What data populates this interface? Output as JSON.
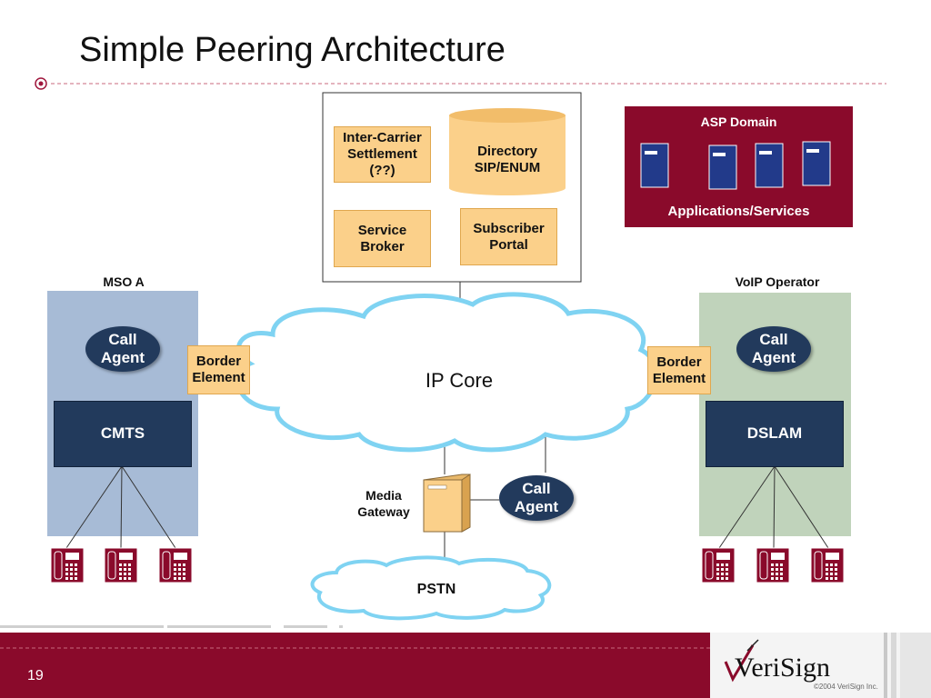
{
  "slide": {
    "title": "Simple Peering Architecture",
    "page_number": "19",
    "logo_text": "VeriSign",
    "copyright": "©2004 VeriSign Inc."
  },
  "colors": {
    "accent_red": "#8a0a2b",
    "navy": "#223a5c",
    "orange": "#fbd08a",
    "mso_panel": "#a7bbd6",
    "voip_panel": "#c0d3bb",
    "cloud_fill": "#ffffff",
    "cloud_stroke": "#7fd3f2"
  },
  "top_box": {
    "inter_carrier": "Inter-Carrier\nSettlement\n(??)",
    "directory": "Directory\nSIP/ENUM",
    "service_broker": "Service\nBroker",
    "subscriber_portal": "Subscriber\nPortal"
  },
  "asp": {
    "title": "ASP Domain",
    "subtitle": "Applications/Services"
  },
  "mso": {
    "label": "MSO A",
    "call_agent": "Call\nAgent",
    "border_element": "Border\nElement",
    "cmts": "CMTS"
  },
  "voip": {
    "label": "VoIP Operator",
    "call_agent": "Call\nAgent",
    "border_element": "Border\nElement",
    "dslam": "DSLAM"
  },
  "core": {
    "ip_core": "IP Core",
    "media_gateway": "Media\nGateway",
    "call_agent": "Call\nAgent",
    "pstn": "PSTN"
  }
}
